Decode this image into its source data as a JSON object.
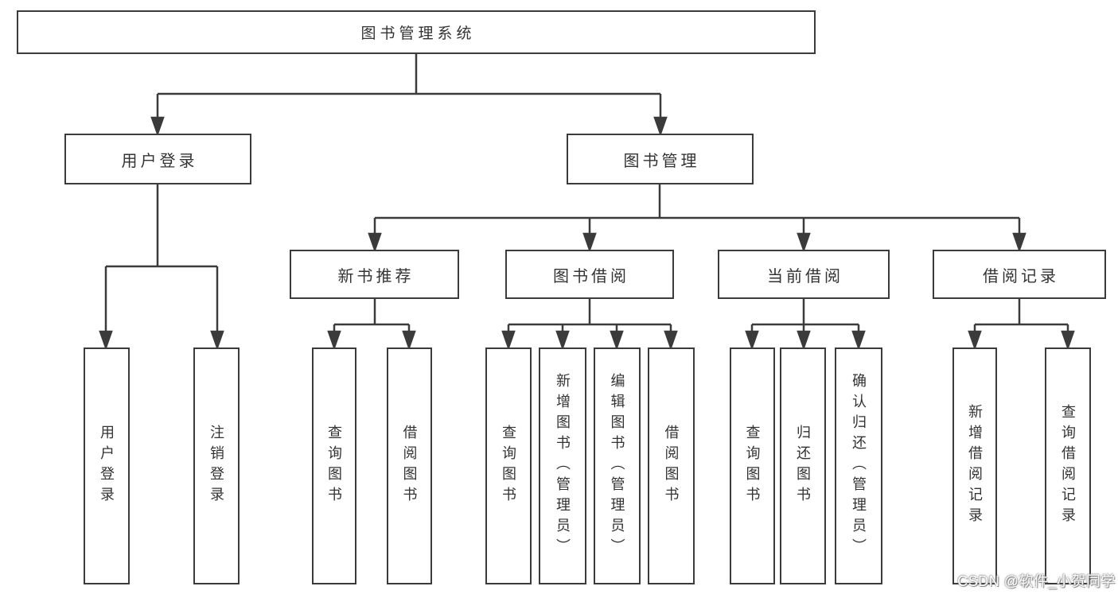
{
  "tree": {
    "label": "图书管理系统",
    "children": [
      {
        "label": "用户登录",
        "children": [
          {
            "label": "用户登录"
          },
          {
            "label": "注销登录"
          }
        ]
      },
      {
        "label": "图书管理",
        "children": [
          {
            "label": "新书推荐",
            "children": [
              {
                "label": "查询图书"
              },
              {
                "label": "借阅图书"
              }
            ]
          },
          {
            "label": "图书借阅",
            "children": [
              {
                "label": "查询图书"
              },
              {
                "label": "新增图书（管理员）"
              },
              {
                "label": "编辑图书（管理员）"
              },
              {
                "label": "借阅图书"
              }
            ]
          },
          {
            "label": "当前借阅",
            "children": [
              {
                "label": "查询图书"
              },
              {
                "label": "归还图书"
              },
              {
                "label": "确认归还（管理员）"
              }
            ]
          },
          {
            "label": "借阅记录",
            "children": [
              {
                "label": "新增借阅记录"
              },
              {
                "label": "查询借阅记录"
              }
            ]
          }
        ]
      }
    ]
  },
  "watermark": {
    "text": "CSDN @软件_小贺同学"
  },
  "colors": {
    "line": "#3b3b3c",
    "text": "#333333",
    "box_background": "#ffffff",
    "page_background": "#ffffff",
    "watermark_text": "#ffffff",
    "watermark_shadow": "#8f8f8f"
  }
}
